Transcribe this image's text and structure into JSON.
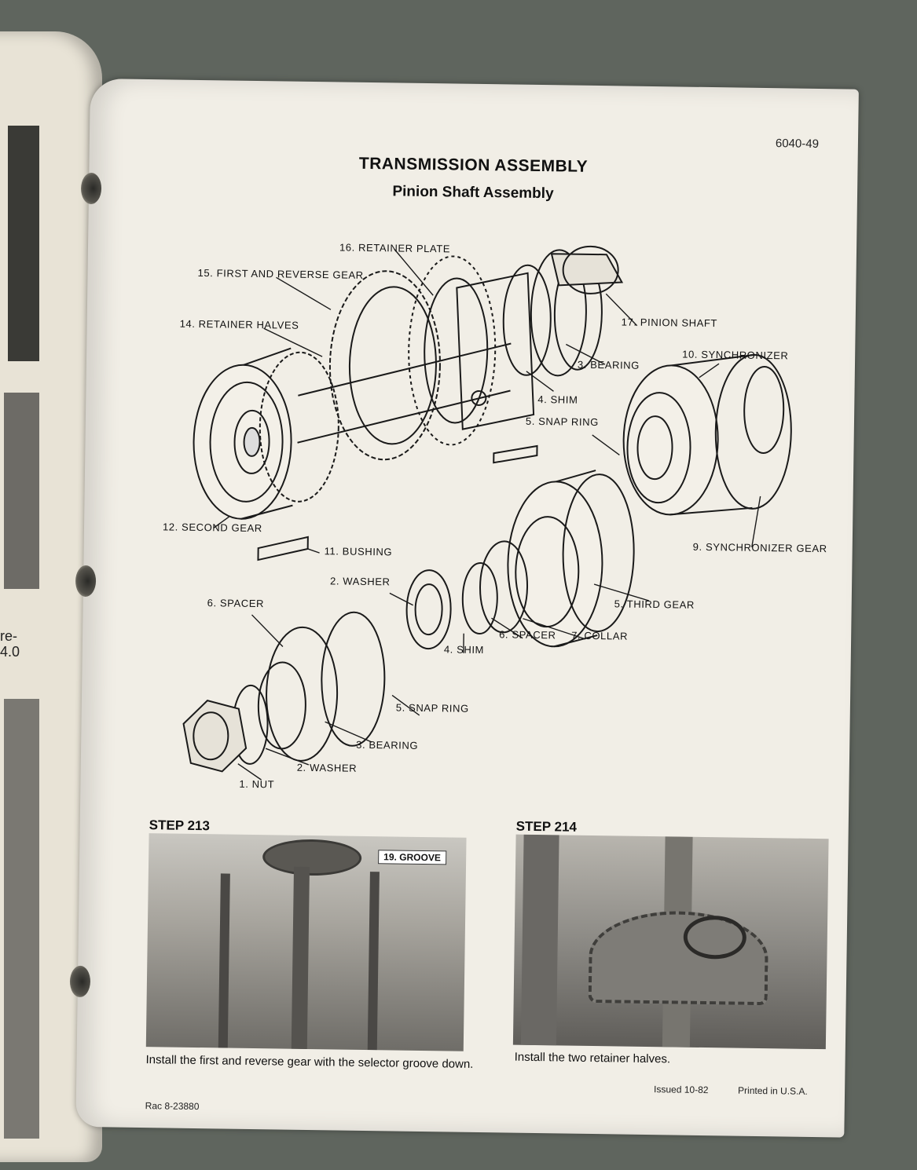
{
  "page": {
    "number": "6040-49",
    "title": "TRANSMISSION ASSEMBLY",
    "subtitle": "Pinion Shaft Assembly"
  },
  "diagram": {
    "labels": {
      "retainer_plate": "16. RETAINER PLATE",
      "first_reverse_gear": "15. FIRST AND REVERSE GEAR",
      "retainer_halves": "14. RETAINER HALVES",
      "pinion_shaft": "17. PINION SHAFT",
      "bearing_3_top": "3. BEARING",
      "synchronizer": "10. SYNCHRONIZER",
      "shim_4_top": "4. SHIM",
      "snap_ring_5_top": "5. SNAP RING",
      "second_gear": "12. SECOND GEAR",
      "bushing": "11. BUSHING",
      "synchronizer_gear": "9. SYNCHRONIZER GEAR",
      "washer_2_mid": "2. WASHER",
      "spacer_6_left": "6. SPACER",
      "third_gear": "5. THIRD GEAR",
      "spacer_6_mid": "6. SPACER",
      "collar": "7. COLLAR",
      "shim_4_mid": "4. SHIM",
      "snap_ring_5_bottom": "5. SNAP RING",
      "bearing_3_bottom": "3. BEARING",
      "washer_2_bottom": "2. WASHER",
      "nut": "1. NUT"
    }
  },
  "steps": [
    {
      "title": "STEP 213",
      "callout": "19. GROOVE",
      "caption": "Install the first and reverse gear with the selector groove down."
    },
    {
      "title": "STEP 214",
      "caption": "Install the two retainer halves."
    }
  ],
  "footer": {
    "issued": "Issued 10-82",
    "printed": "Printed in U.S.A.",
    "ref": "Rac 8-23880"
  },
  "left_page": {
    "fragment_1": "re-",
    "fragment_2": "4.0"
  }
}
